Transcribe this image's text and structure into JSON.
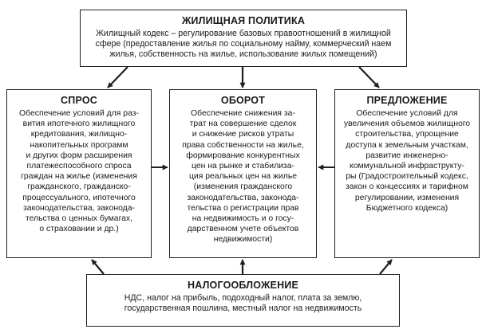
{
  "housing_policy": {
    "title": "ЖИЛИЩНАЯ ПОЛИТИКА",
    "text": "Жилищный кодекс – регулирование базовых правоотношений в жилищной\nсфере (предоставление жилья по социальному найму, коммерческий наем\nжилья, собственность на жилье, использование жилых помещений)"
  },
  "demand": {
    "title": "СПРОС",
    "text": "Обеспечение условий для раз-\nвития ипотечного жилищного\nкредитования, жилищно-\nнакопительных программ\nи других форм расширения\nплатежеспособного спроса\nграждан на жилье (изменения\nгражданского, гражданско-\nпроцессуального, ипотечного\nзаконодательства, законода-\nтельства о ценных бумагах,\nо страховании и др.)"
  },
  "turnover": {
    "title": "ОБОРОТ",
    "text": "Обеспечение снижения за-\nтрат на совершение сделок\nи снижение рисков утраты\nправа собственности на жилье,\nформирование конкурентных\nцен на рынке и стабилиза-\nция реальных цен на жилье\n(изменения гражданского\nзаконодательства, законода-\nтельства о регистрации прав\nна недвижимость и о госу-\nдарственном учете объектов\nнедвижимости)"
  },
  "supply": {
    "title": "ПРЕДЛОЖЕНИЕ",
    "text": "Обеспечение условий для\nувеличения объемов жилищного\nстроительства, упрощение\nдоступа к земельным участкам,\nразвитие инженерно-\nкоммунальной инфраструкту-\nры (Градостроительный кодекс,\nзакон о концессиях и тарифном\nрегулировании, изменения\nБюджетного кодекса)"
  },
  "taxation": {
    "title": "НАЛОГООБЛОЖЕНИЕ",
    "text": "НДС, налог на прибыль, подоходный налог, плата за землю,\nгосударственная пошлина, местный налог на недвижимость"
  }
}
